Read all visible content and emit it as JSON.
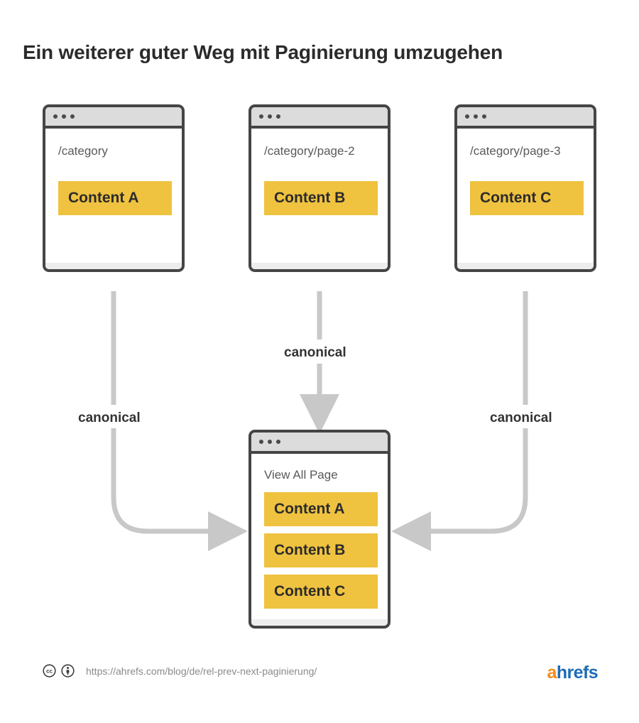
{
  "title": "Ein weiterer guter Weg mit Paginierung umzugehen",
  "colors": {
    "content_block": "#efc240",
    "card_border": "#454545",
    "titlebar": "#dcdcdc",
    "arrow": "#c8c8c8",
    "brand_orange": "#f08c1b",
    "brand_blue": "#1d6cb5"
  },
  "cards": {
    "top": [
      {
        "url": "/category",
        "blocks": [
          "Content A"
        ]
      },
      {
        "url": "/category/page-2",
        "blocks": [
          "Content B"
        ]
      },
      {
        "url": "/category/page-3",
        "blocks": [
          "Content C"
        ]
      }
    ],
    "view_all": {
      "url": "View All Page",
      "blocks": [
        "Content A",
        "Content B",
        "Content C"
      ]
    }
  },
  "arrows": [
    {
      "id": "left",
      "label": "canonical",
      "direction": "down-then-right"
    },
    {
      "id": "middle",
      "label": "canonical",
      "direction": "down"
    },
    {
      "id": "right",
      "label": "canonical",
      "direction": "down-then-left"
    }
  ],
  "footer": {
    "license_icons": [
      "cc-icon",
      "cc-by-person-icon"
    ],
    "url": "https://ahrefs.com/blog/de/rel-prev-next-paginierung/",
    "brand": {
      "first": "a",
      "rest": "hrefs"
    }
  }
}
